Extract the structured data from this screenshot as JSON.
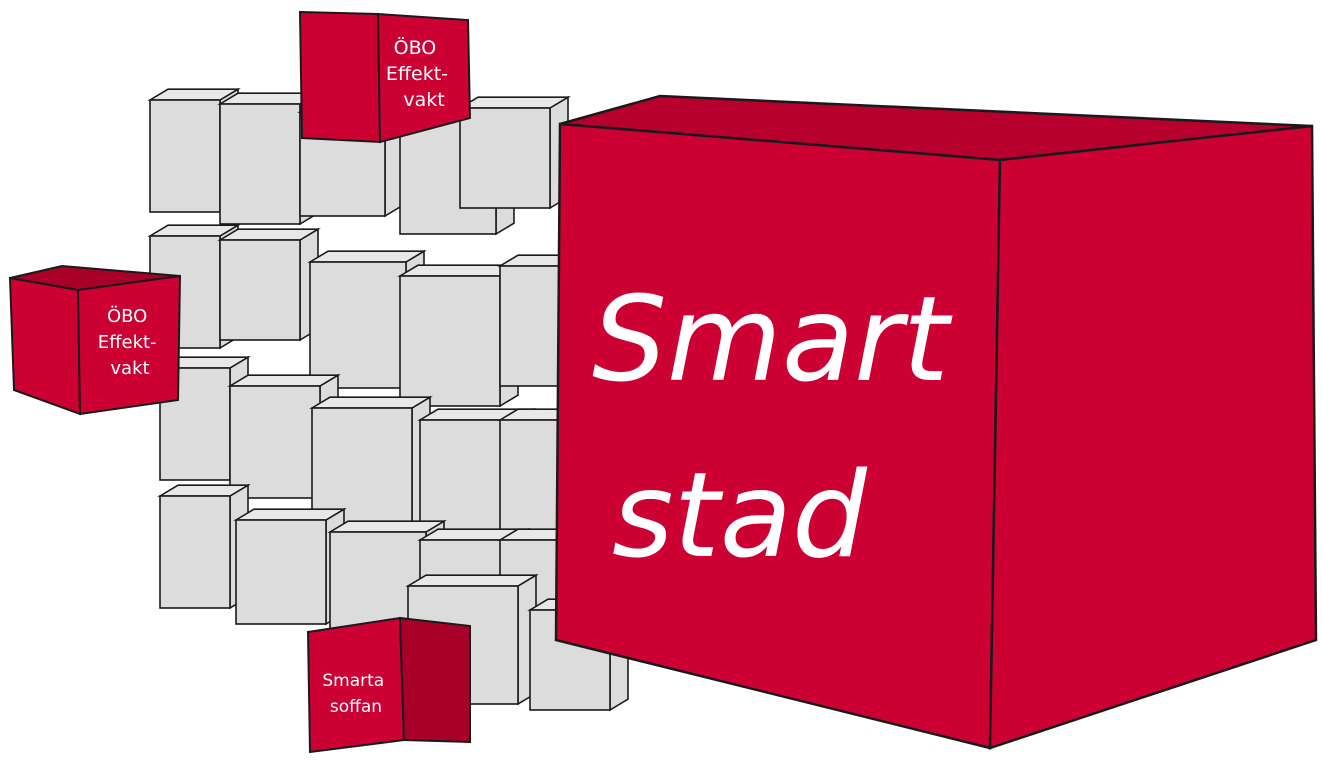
{
  "colors": {
    "red": "#cc0033",
    "red_dark": "#a80029",
    "grey": "#dcdcdc",
    "grey_light": "#e8e8e8",
    "outline": "#1a1a1a",
    "text": "#ffffff"
  },
  "labels": {
    "main_cube": {
      "line1": "Smart",
      "line2": "stad"
    },
    "top_cube": {
      "line1": "ÖBO",
      "line2": "Effekt-",
      "line3": "vakt"
    },
    "left_cube": {
      "line1": "ÖBO",
      "line2": "Effekt-",
      "line3": "vakt"
    },
    "bottom_cube": {
      "line1": "Smarta",
      "line2": "soffan"
    }
  }
}
